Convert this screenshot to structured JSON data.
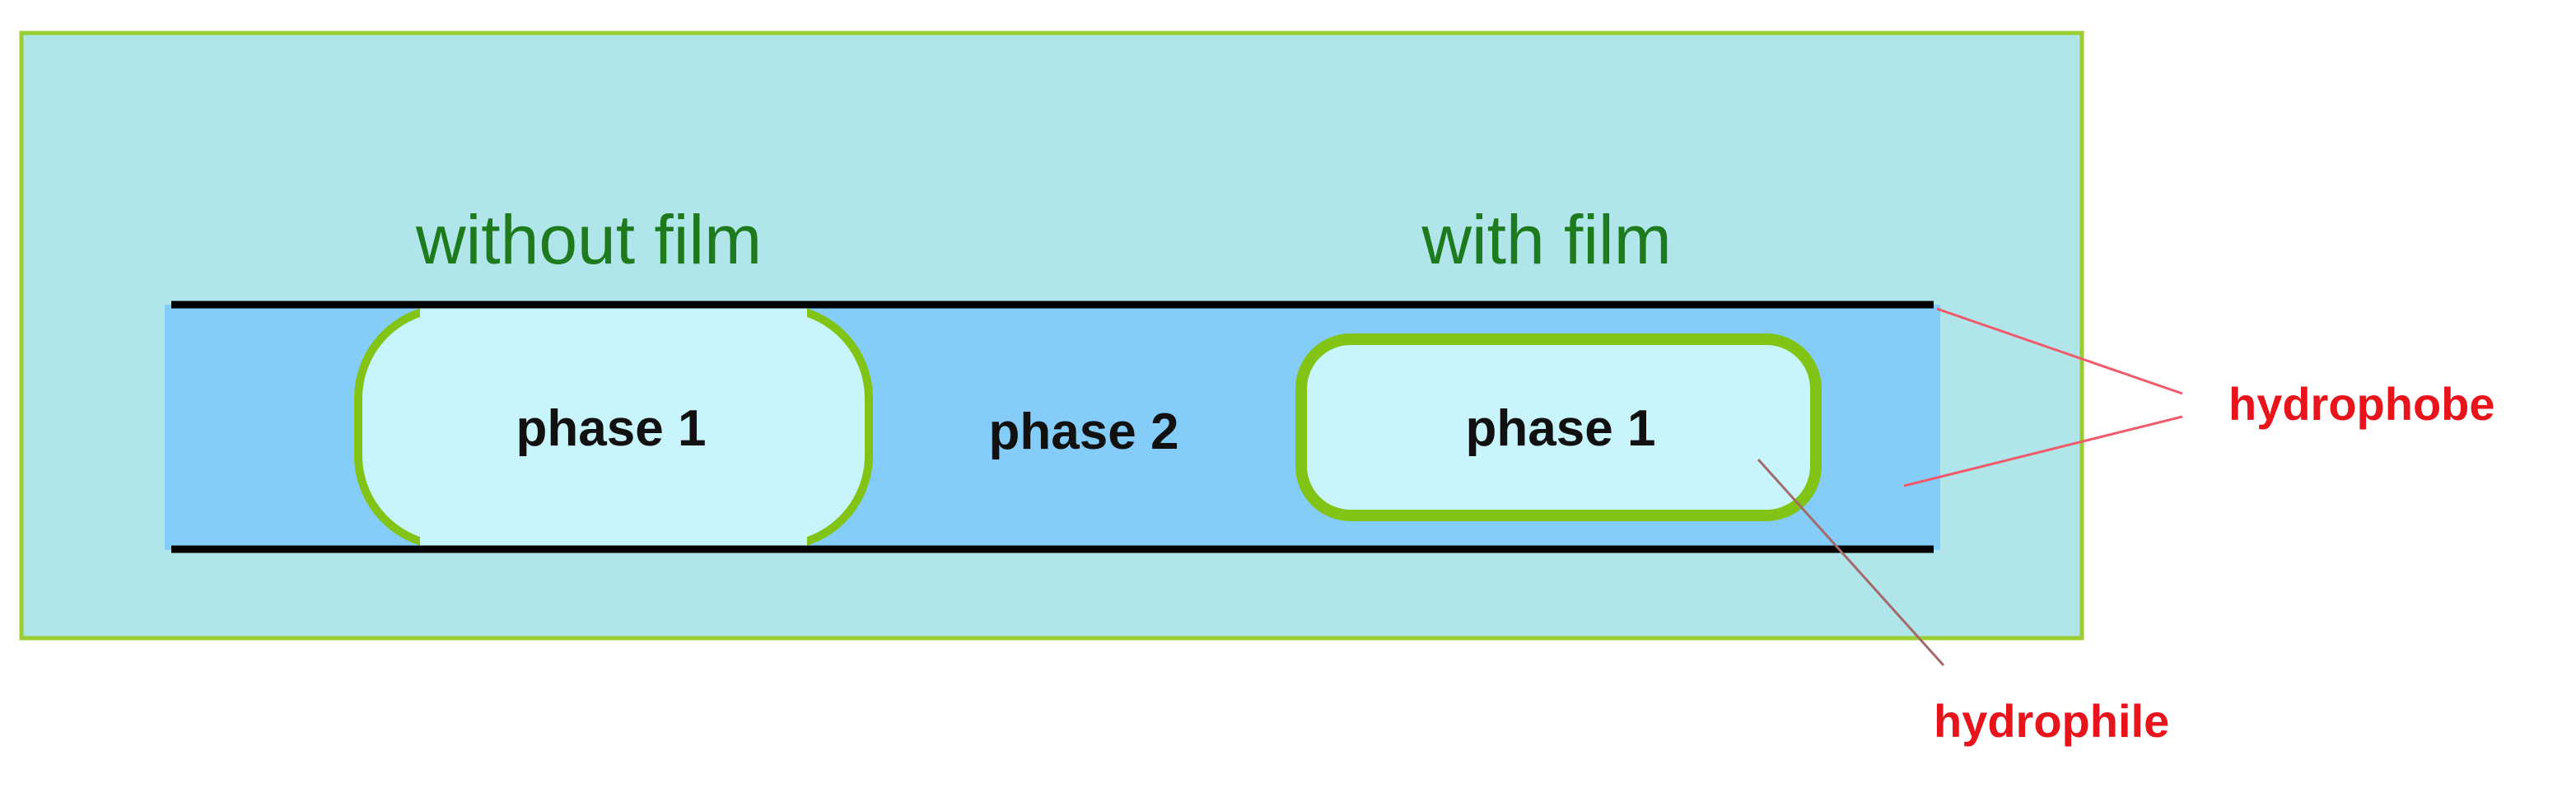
{
  "labels": {
    "without_film": "without film",
    "with_film": "with film",
    "droplet_left": "phase 1",
    "continuous": "phase 2",
    "droplet_right": "phase 1",
    "hydrophobe": "hydrophobe",
    "hydrophile": "hydrophile"
  },
  "colors": {
    "outer_background": "#b0e6ea",
    "outer_border": "#9acd32",
    "channel_fill": "#85cdf9",
    "droplet_fill": "#c8f4fb",
    "film_color": "#82c415",
    "section_text": "#1d7a1d",
    "callout_text": "#e8141c"
  }
}
